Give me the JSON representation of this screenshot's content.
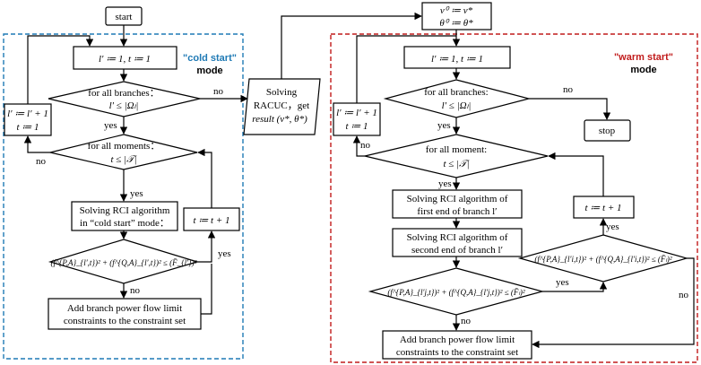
{
  "diagram": {
    "cold_frame": {
      "title_line1": "\"cold start\"",
      "title_line2": "mode",
      "color": "#1f7ab5"
    },
    "warm_frame": {
      "title_line1": "\"warm start\"",
      "title_line2": "mode",
      "color": "#c11b1b"
    },
    "nodes": {
      "start": "start",
      "init_vtheta_1": "v⁰ ≔ v*",
      "init_vtheta_2": "θ⁰ ≔ θ*",
      "cold_init": "l′ ≔ 1, t ≔ 1",
      "cold_branch_q1": "for all branches：",
      "cold_branch_q2": "l′ ≤ |Ωₗ|",
      "cold_incr_l_1": "l′ ≔ l′ + 1",
      "cold_incr_l_2": "t ≔ 1",
      "cold_moment_q1": "for all moments：",
      "cold_moment_q2": "t ≤ |𝒯|",
      "cold_solve_1": "Solving RCI algorithm",
      "cold_solve_2": "in “cold start” mode：",
      "cold_incr_t": "t ≔ t + 1",
      "cold_check": "(f^{P,A}_{l′,t})² + (f^{Q,A}_{l′,t})² ≤ (F̄_{l′})²",
      "cold_add_1": "Add branch power flow  limit",
      "cold_add_2": "constraints to the constraint set",
      "racuc_1": "Solving",
      "racuc_2": "RACUC，get",
      "racuc_3": "result (v*, θ*)",
      "warm_init": "l′ ≔ 1, t ≔ 1",
      "warm_branch_q1": "for all branches:",
      "warm_branch_q2": "l′ ≤ |Ωₗ|",
      "stop": "stop",
      "warm_incr_l_1": "l′ ≔ l′ + 1",
      "warm_incr_l_2": "t ≔ 1",
      "warm_moment_q1": "for all moment:",
      "warm_moment_q2": "t ≤ |𝒯|",
      "warm_solve1_1": "Solving RCI algorithm of",
      "warm_solve1_2": "first end of branch l′",
      "warm_incr_t": "t ≔ t + 1",
      "warm_solve2_1": "Solving RCI algorithm of",
      "warm_solve2_2": "second end of branch l′",
      "warm_check_right": "(f^{P,A}_{l′i,t})² + (f^{Q,A}_{l′i,t})² ≤ (F̄ₗ)²",
      "warm_check_left": "(f^{P,A}_{l′j,t})² + (f^{Q,A}_{l′j,t})² ≤ (F̄ₗ)²",
      "warm_add_1": "Add branch power flow  limit",
      "warm_add_2": "constraints to the constraint set"
    },
    "edge_labels": {
      "yes": "yes",
      "no": "no"
    }
  }
}
